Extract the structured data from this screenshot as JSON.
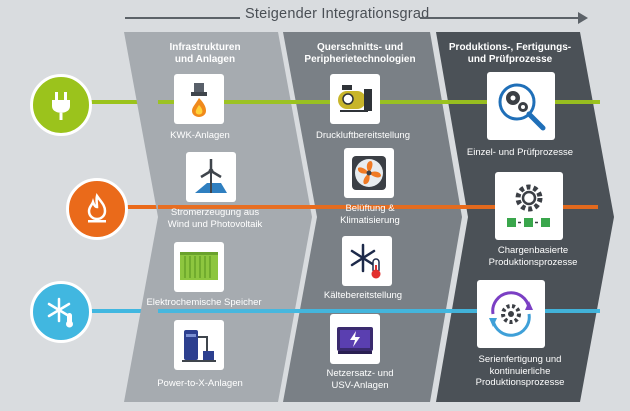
{
  "header": {
    "title": "Steigender Integrationsgrad"
  },
  "columns": [
    {
      "title": "Infrastrukturen\nund Anlagen",
      "items": [
        {
          "label": "KWK-Anlagen",
          "icon": "flame-burner-icon"
        },
        {
          "label": "Stromerzeugung aus\nWind und Photovoltaik",
          "icon": "wind-turbine-solar-icon"
        },
        {
          "label": "Elektrochemische Speicher",
          "icon": "battery-container-icon"
        },
        {
          "label": "Power-to-X-Anlagen",
          "icon": "tank-plant-icon"
        }
      ]
    },
    {
      "title": "Querschnitts- und\nPeripherietechnologien",
      "items": [
        {
          "label": "Druckluftbereitstellung",
          "icon": "compressor-icon"
        },
        {
          "label": "Belüftung &\nKlimatisierung",
          "icon": "fan-icon"
        },
        {
          "label": "Kältebereitstellung",
          "icon": "snowflake-thermometer-icon"
        },
        {
          "label": "Netzersatz- und\nUSV-Anlagen",
          "icon": "ups-unit-icon"
        }
      ]
    },
    {
      "title": "Produktions-, Fertigungs-\nund Prüfprozesse",
      "items": [
        {
          "label": "Einzel- und Prüfprozesse",
          "icon": "gear-magnifier-icon"
        },
        {
          "label": "Chargenbasierte\nProduktionsprozesse",
          "icon": "gear-batch-icon"
        },
        {
          "label": "Serienfertigung und\nkontinuierliche\nProduktionsprozesse",
          "icon": "gear-cycle-icon"
        }
      ]
    }
  ],
  "energy_types": [
    {
      "icon": "electric-plug-icon",
      "color": "#9bc31c"
    },
    {
      "icon": "heat-flame-icon",
      "color": "#ea6a1a"
    },
    {
      "icon": "cold-snowflake-icon",
      "color": "#41b7e0"
    }
  ],
  "colors": {
    "col1": "#a6abb0",
    "col2": "#7a8086",
    "col3": "#4b5157",
    "background": "#d9dcdf"
  }
}
